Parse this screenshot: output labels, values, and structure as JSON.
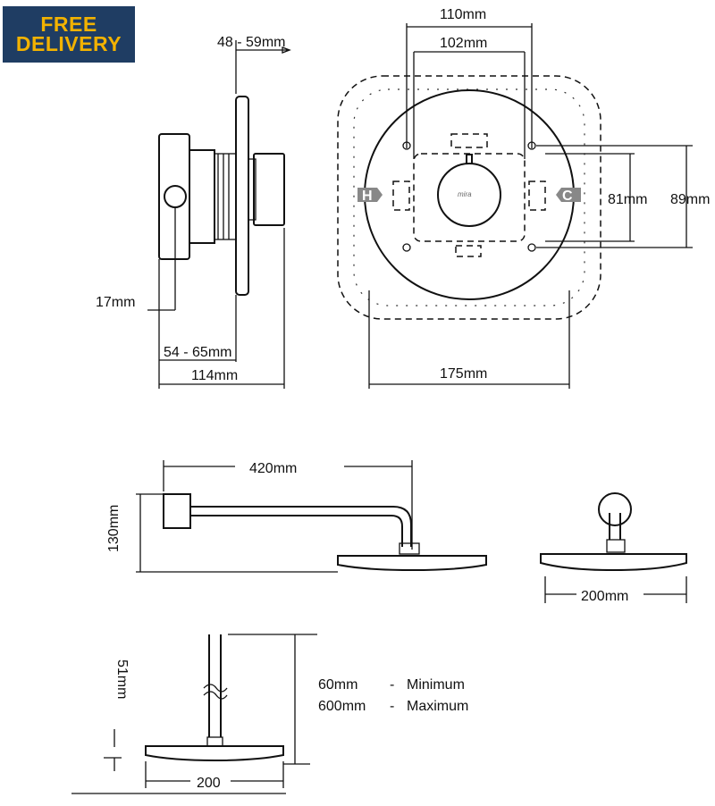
{
  "badge": {
    "line1": "FREE",
    "line2": "DELIVERY",
    "bg_color": "#1f3d63",
    "text_color": "#f2b200"
  },
  "valve_side": {
    "plate_depth": "48 - 59mm",
    "pipe_offset": "17mm",
    "body_depth": "54 - 65mm",
    "total_depth": "114mm"
  },
  "valve_front": {
    "outer_width": "110mm",
    "inner_width": "102mm",
    "inner_height": "81mm",
    "outer_height": "89mm",
    "plate_width": "175mm",
    "hot_label": "H",
    "cold_label": "C",
    "logo": "mira"
  },
  "arm_side": {
    "arm_length": "420mm",
    "height": "130mm"
  },
  "head_front": {
    "diameter": "200mm"
  },
  "ceiling": {
    "head_depth": "51mm",
    "min": "60mm",
    "min_label": "Minimum",
    "max": "600mm",
    "max_label": "Maximum",
    "dash": "-",
    "diameter": "200"
  }
}
